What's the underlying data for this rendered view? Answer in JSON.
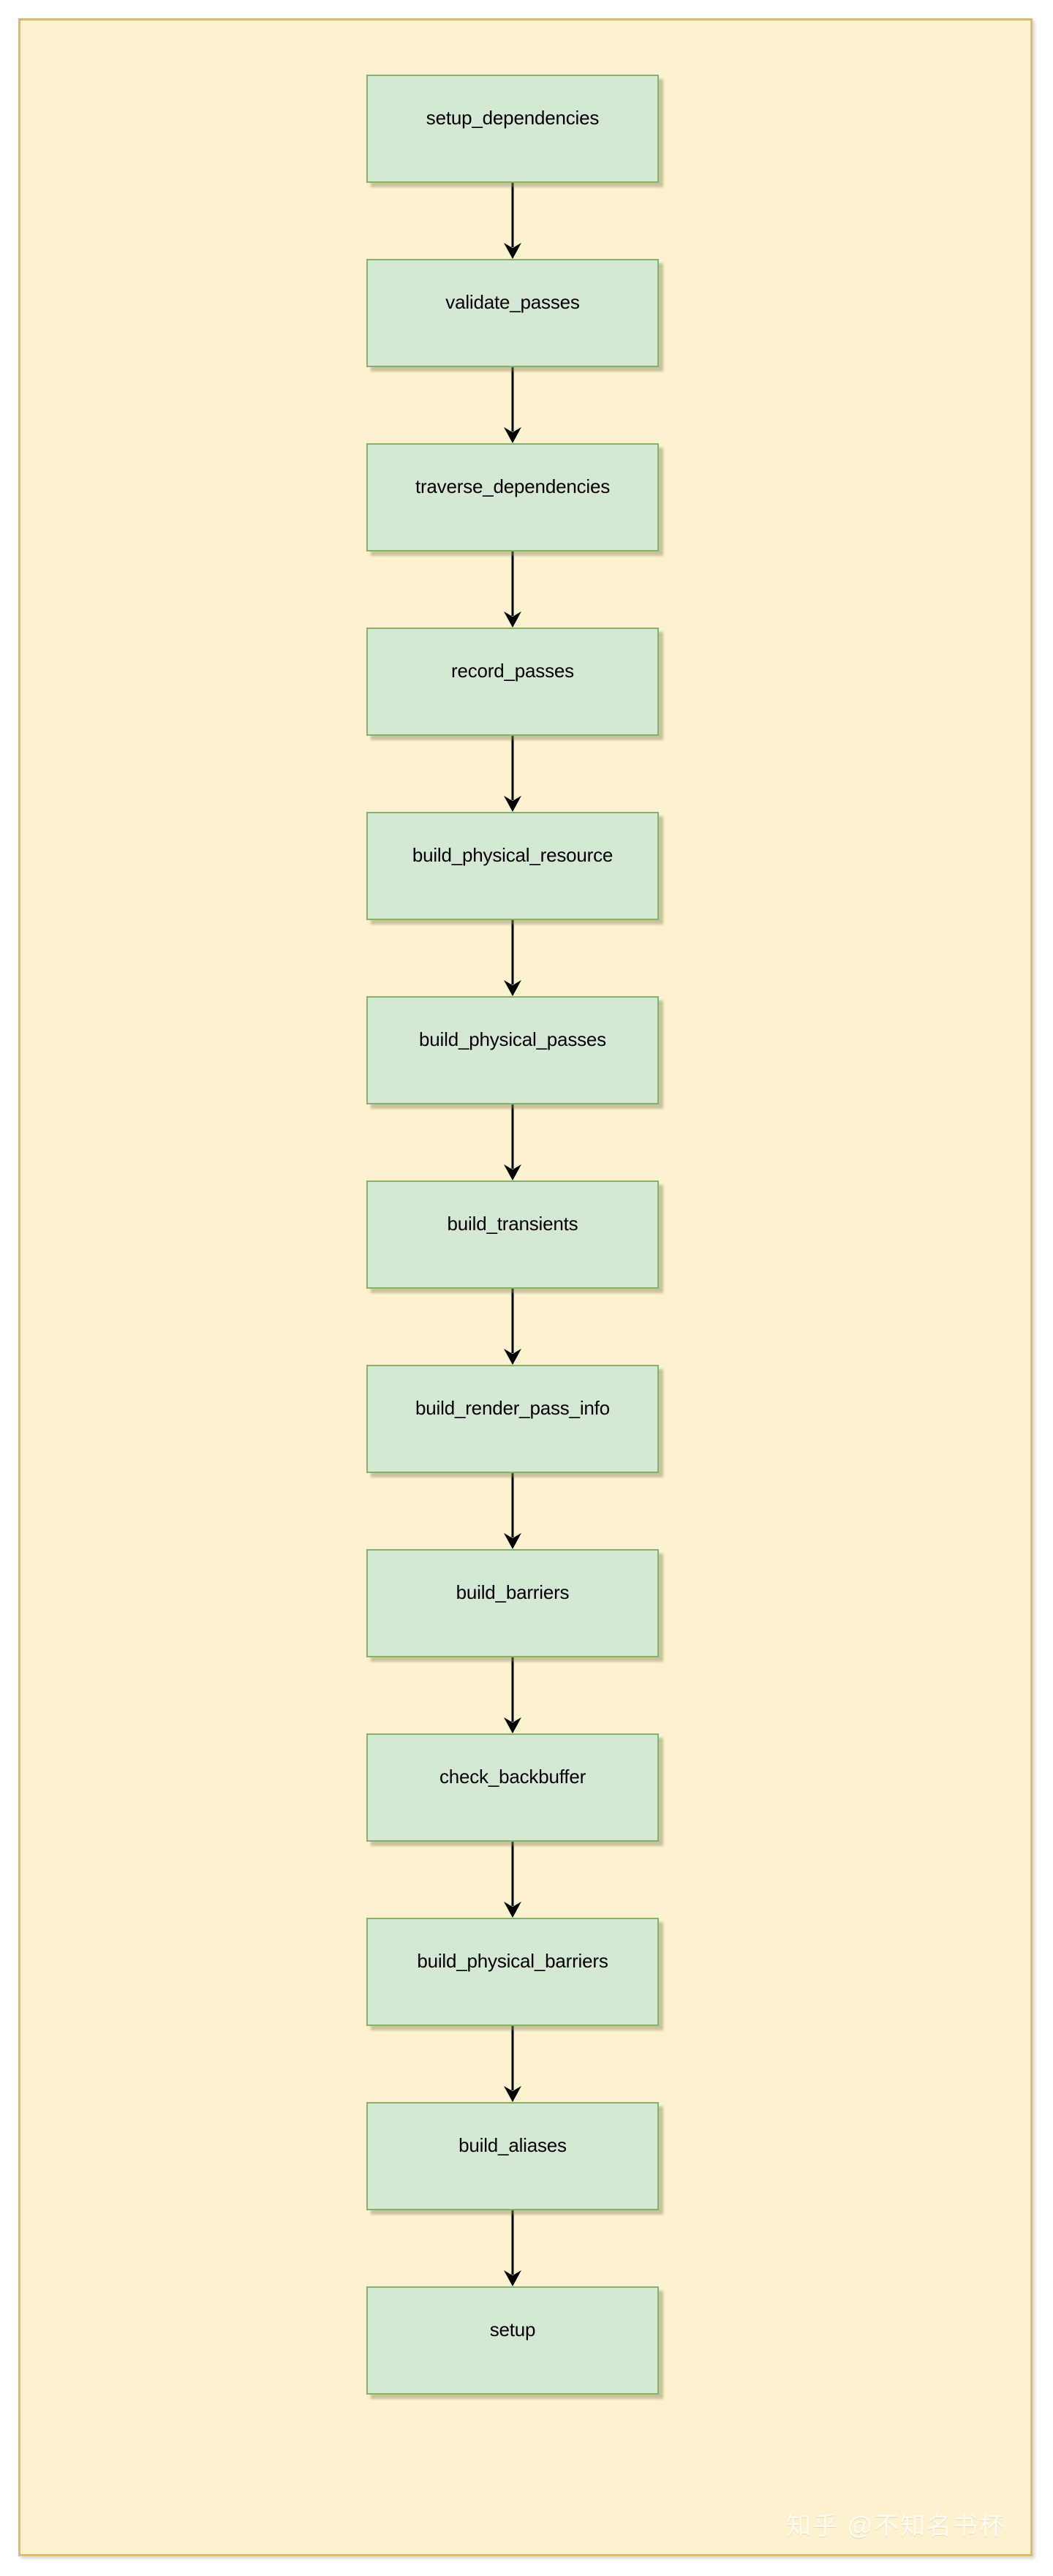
{
  "diagram": {
    "type": "flowchart",
    "direction": "top-to-bottom",
    "background_color": "#fdf2cf",
    "frame_border_color": "#d8bd6c",
    "node_fill_color": "#d5e8d4",
    "node_border_color": "#82b366",
    "edge_color": "#000000",
    "nodes": [
      {
        "id": "setup_dependencies",
        "label": "setup_dependencies"
      },
      {
        "id": "validate_passes",
        "label": "validate_passes"
      },
      {
        "id": "traverse_dependencies",
        "label": "traverse_dependencies"
      },
      {
        "id": "record_passes",
        "label": "record_passes"
      },
      {
        "id": "build_physical_resource",
        "label": "build_physical_resource"
      },
      {
        "id": "build_physical_passes",
        "label": "build_physical_passes"
      },
      {
        "id": "build_transients",
        "label": "build_transients"
      },
      {
        "id": "build_render_pass_info",
        "label": "build_render_pass_info"
      },
      {
        "id": "build_barriers",
        "label": "build_barriers"
      },
      {
        "id": "check_backbuffer",
        "label": "check_backbuffer"
      },
      {
        "id": "build_physical_barriers",
        "label": "build_physical_barriers"
      },
      {
        "id": "build_aliases",
        "label": "build_aliases"
      },
      {
        "id": "setup",
        "label": "setup"
      }
    ],
    "edges": [
      {
        "from": "setup_dependencies",
        "to": "validate_passes"
      },
      {
        "from": "validate_passes",
        "to": "traverse_dependencies"
      },
      {
        "from": "traverse_dependencies",
        "to": "record_passes"
      },
      {
        "from": "record_passes",
        "to": "build_physical_resource"
      },
      {
        "from": "build_physical_resource",
        "to": "build_physical_passes"
      },
      {
        "from": "build_physical_passes",
        "to": "build_transients"
      },
      {
        "from": "build_transients",
        "to": "build_render_pass_info"
      },
      {
        "from": "build_render_pass_info",
        "to": "build_barriers"
      },
      {
        "from": "build_barriers",
        "to": "check_backbuffer"
      },
      {
        "from": "check_backbuffer",
        "to": "build_physical_barriers"
      },
      {
        "from": "build_physical_barriers",
        "to": "build_aliases"
      },
      {
        "from": "build_aliases",
        "to": "setup"
      }
    ]
  },
  "watermark": {
    "text": "知乎 @不知名书杯"
  }
}
